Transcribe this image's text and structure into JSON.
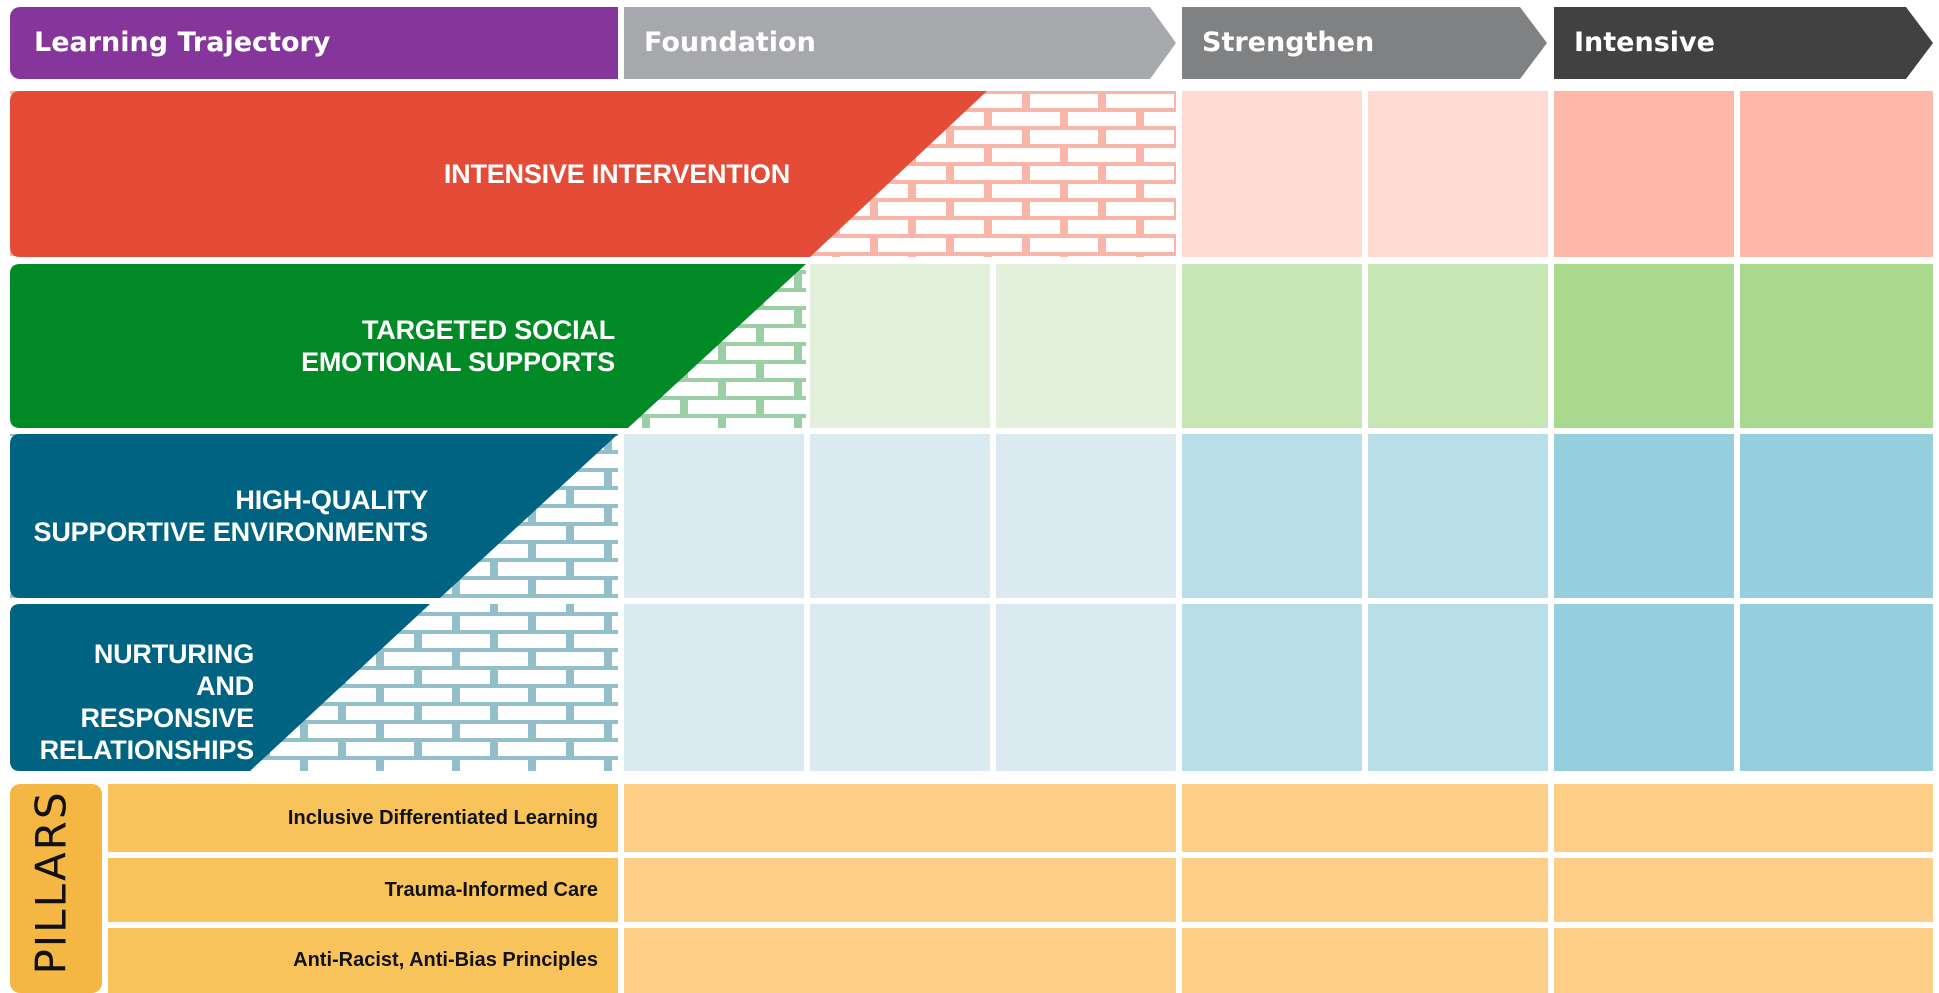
{
  "header": {
    "learning_trajectory": "Learning Trajectory",
    "foundation": "Foundation",
    "strengthen": "Strengthen",
    "intensive": "Intensive"
  },
  "tiers": [
    {
      "label": "INTENSIVE INTERVENTION",
      "color": "#e44c38",
      "light": "#fedad3",
      "strong": "#fdb8a8",
      "brick": "#f9b5a8"
    },
    {
      "label": "TARGETED SOCIAL\nEMOTIONAL SUPPORTS",
      "color": "#028a26",
      "light": "#e2f0dc",
      "medium": "#c6e6b4",
      "strong": "#a9d98e",
      "brick": "#9ccfa5"
    },
    {
      "label": "HIGH-QUALITY\nSUPPORTIVE ENVIRONMENTS",
      "color": "#006382",
      "light": "#dbeaf1",
      "medium": "#b8dee7",
      "strong": "#95cedc",
      "brick": "#92bfca"
    },
    {
      "label": "NURTURING\nAND RESPONSIVE\nRELATIONSHIPS",
      "color": "#006382",
      "light": "#dbeaf1",
      "medium": "#b8dee7",
      "strong": "#95cedc",
      "brick": "#92bfca"
    }
  ],
  "pillars": {
    "title": "PILLARS",
    "items": [
      "Inclusive Differentiated Learning",
      "Trauma-Informed Care",
      "Anti-Racist, Anti-Bias Principles"
    ],
    "title_color": "#f4b744",
    "label_color": "#f9c35b",
    "cell_color": "#fdce87"
  },
  "colors": {
    "purple": "#86359a",
    "foundation_gray": "#a7a8ab",
    "strengthen_gray": "#808183",
    "intensive_gray": "#414142"
  }
}
